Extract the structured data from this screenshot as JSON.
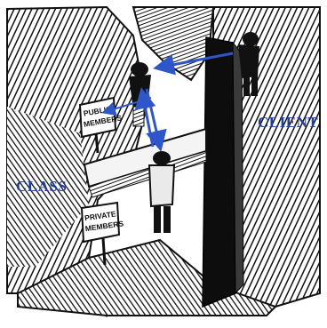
{
  "labels": {
    "class": "CLASS",
    "client": "CLIENT",
    "public_sign": "PUBLIC MEMBERS",
    "private_sign": "PRIVATE MEMBERS"
  },
  "colors": {
    "ink": "#111111",
    "paper": "#ffffff",
    "label_blue": "#1f3fa0",
    "arrow_blue": "#2f56c8"
  }
}
